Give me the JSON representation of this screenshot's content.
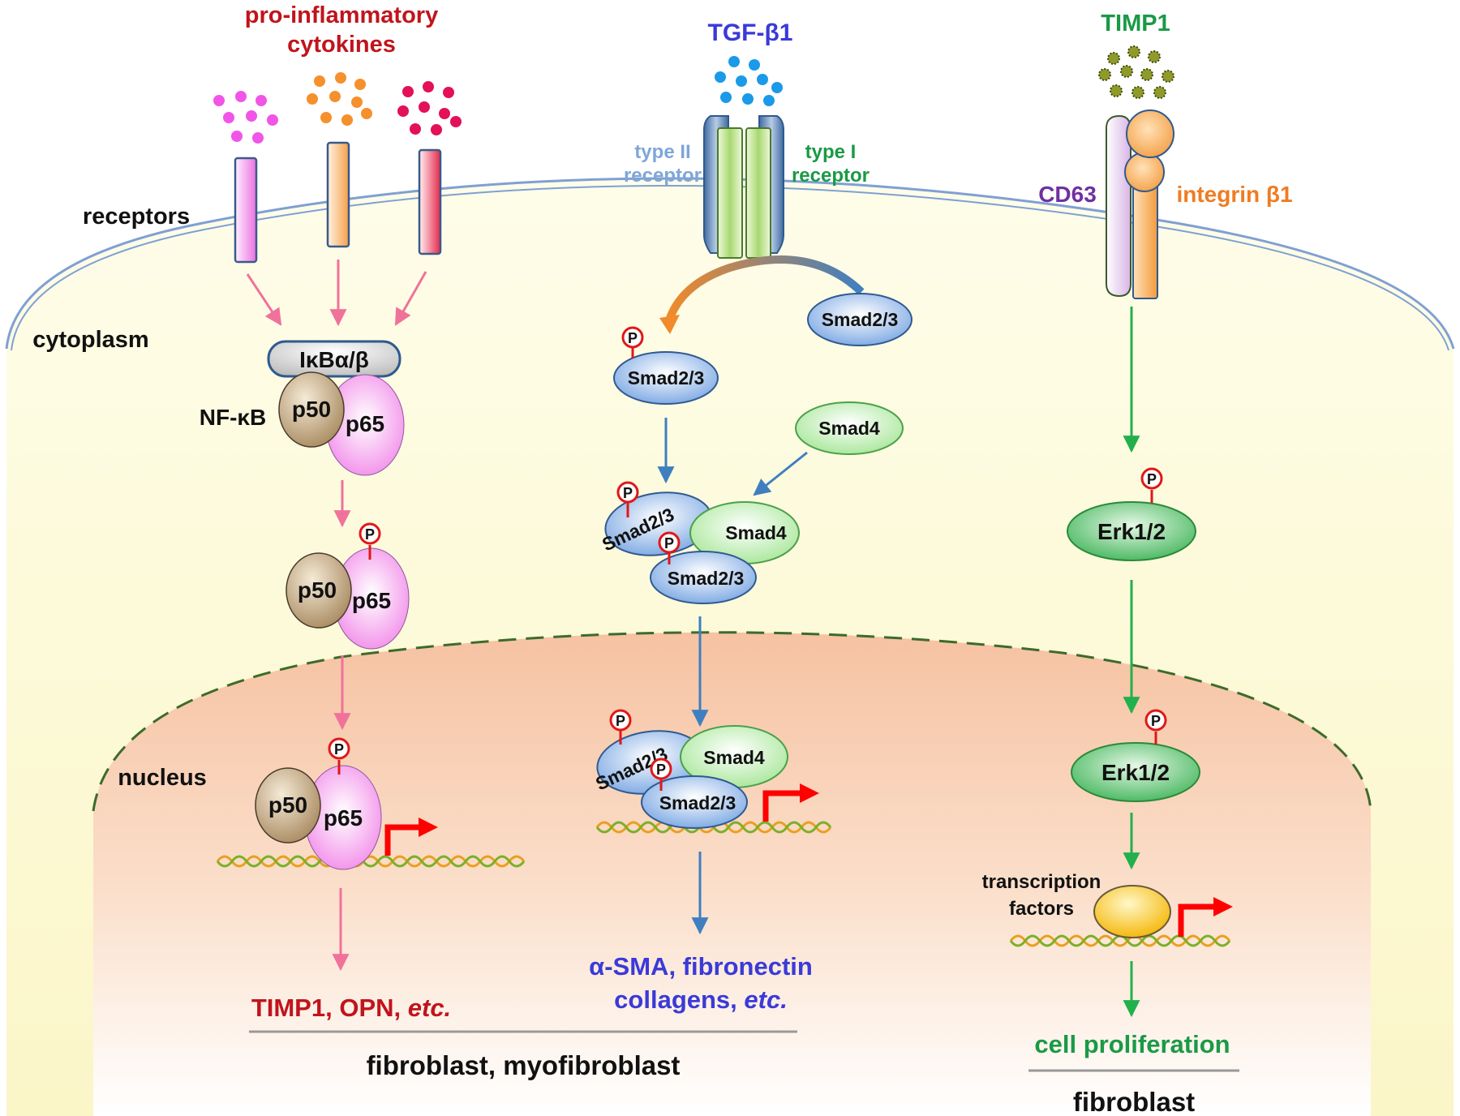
{
  "labels": {
    "pro_inflammatory_line1": "pro-inflammatory",
    "pro_inflammatory_line2": "cytokines",
    "tgf": "TGF-β1",
    "timp1_top": "TIMP1",
    "receptors": "receptors",
    "cytoplasm": "cytoplasm",
    "nucleus": "nucleus",
    "type2_line1": "type II",
    "type2_line2": "receptor",
    "type1_line1": "type I",
    "type1_line2": "receptor",
    "cd63": "CD63",
    "integrin": "integrin β1",
    "ikb": "IκBα/β",
    "nfkb": "NF-κB",
    "p50": "p50",
    "p65": "p65",
    "smad23": "Smad2/3",
    "smad4": "Smad4",
    "erk": "Erk1/2",
    "p_symbol": "P",
    "tf_line1": "transcription",
    "tf_line2": "factors"
  },
  "outputs": {
    "nfkb_targets": "TIMP1, OPN,",
    "nfkb_etc": "etc.",
    "smad_targets_line1": "α-SMA, fibronectin",
    "smad_targets_line2": "collagens,",
    "smad_etc": "etc.",
    "erk_target": "cell proliferation"
  },
  "cell_types": {
    "left": "fibroblast, myofibroblast",
    "right": "fibroblast"
  },
  "colors": {
    "nfkb_pathway": "#f0729a",
    "smad_pathway": "#3f7fc0",
    "erk_pathway": "#22b04c",
    "cytokine_label": "#c0141c",
    "tgf_label": "#3a3ad8",
    "timp_label": "#1a9a45",
    "cd63_label": "#7030a0",
    "integrin_label": "#f07c22",
    "phospho": "#e01818"
  }
}
